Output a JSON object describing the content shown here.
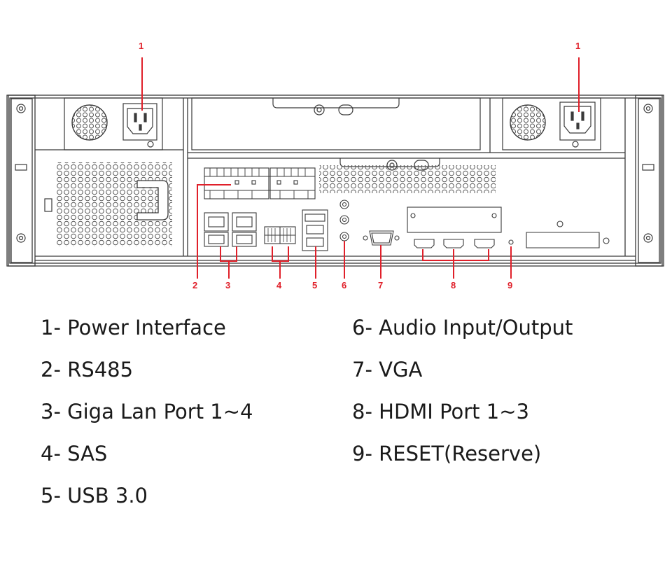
{
  "callouts": {
    "c1a": "1",
    "c1b": "1",
    "c2": "2",
    "c3": "3",
    "c4": "4",
    "c5": "5",
    "c6": "6",
    "c7": "7",
    "c8": "8",
    "c9": "9"
  },
  "legend": {
    "items": [
      "1- Power Interface",
      "2- RS485",
      "3- Giga Lan Port 1~4",
      "4- SAS",
      "5- USB 3.0",
      "6- Audio Input/Output",
      "7- VGA",
      "8- HDMI Port 1~3",
      "9- RESET(Reserve)"
    ]
  },
  "colors": {
    "callout": "#e0202a",
    "line": "#3a3a3a",
    "text": "#1a1a1a"
  }
}
